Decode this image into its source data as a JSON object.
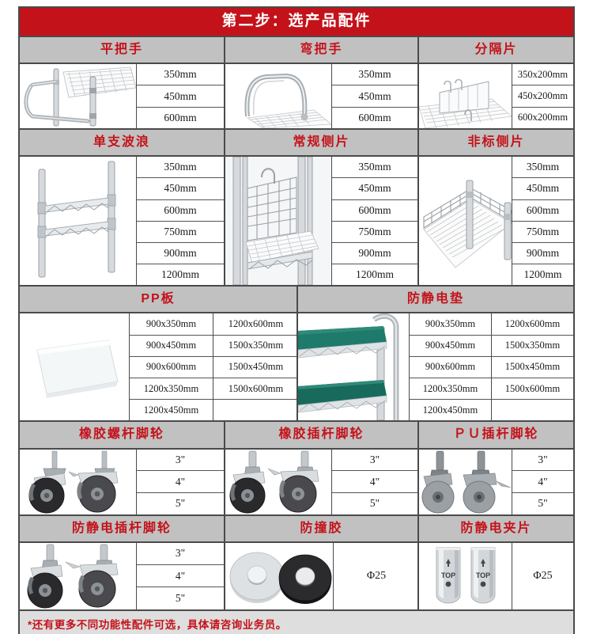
{
  "title": "第二步：选产品配件",
  "note": "*还有更多不同功能性配件可选，具体请咨询业务员。",
  "colors": {
    "title_bg": "#c4121a",
    "header_bg": "#c1c1c1",
    "header_text": "#c4121a",
    "border": "#4a4a4a",
    "note_bg": "#dedede",
    "mat_green": "#1e7a6b"
  },
  "sections": [
    {
      "id": "row-1",
      "groups": [
        {
          "id": "flat-handle",
          "name": "平把手",
          "icon": "flat-handle-illustration",
          "specs": [
            [
              "350mm"
            ],
            [
              "450mm"
            ],
            [
              "600mm"
            ]
          ]
        },
        {
          "id": "curved-handle",
          "name": "弯把手",
          "icon": "curved-handle-illustration",
          "specs": [
            [
              "350mm"
            ],
            [
              "450mm"
            ],
            [
              "600mm"
            ]
          ]
        },
        {
          "id": "divider",
          "name": "分隔片",
          "icon": "divider-illustration",
          "specs": [
            [
              "350x200mm"
            ],
            [
              "450x200mm"
            ],
            [
              "600x200mm"
            ]
          ]
        }
      ]
    },
    {
      "id": "row-2",
      "groups": [
        {
          "id": "single-wave",
          "name": "单支波浪",
          "icon": "single-wave-illustration",
          "specs": [
            [
              "350mm"
            ],
            [
              "450mm"
            ],
            [
              "600mm"
            ],
            [
              "750mm"
            ],
            [
              "900mm"
            ],
            [
              "1200mm"
            ]
          ]
        },
        {
          "id": "standard-side-panel",
          "name": "常规侧片",
          "icon": "standard-side-panel-illustration",
          "specs": [
            [
              "350mm"
            ],
            [
              "450mm"
            ],
            [
              "600mm"
            ],
            [
              "750mm"
            ],
            [
              "900mm"
            ],
            [
              "1200mm"
            ]
          ]
        },
        {
          "id": "nonstandard-side-panel",
          "name": "非标侧片",
          "icon": "nonstandard-side-panel-illustration",
          "specs": [
            [
              "350mm"
            ],
            [
              "450mm"
            ],
            [
              "600mm"
            ],
            [
              "750mm"
            ],
            [
              "900mm"
            ],
            [
              "1200mm"
            ]
          ]
        }
      ]
    },
    {
      "id": "row-3",
      "groups": [
        {
          "id": "pp-board",
          "name": "PP板",
          "icon": "pp-board-illustration",
          "specs": [
            [
              "900x350mm",
              "1200x600mm"
            ],
            [
              "900x450mm",
              "1500x350mm"
            ],
            [
              "900x600mm",
              "1500x450mm"
            ],
            [
              "1200x350mm",
              "1500x600mm"
            ],
            [
              "1200x450mm",
              ""
            ]
          ]
        },
        {
          "id": "antistatic-mat",
          "name": "防静电垫",
          "icon": "antistatic-mat-illustration",
          "specs": [
            [
              "900x350mm",
              "1200x600mm"
            ],
            [
              "900x450mm",
              "1500x350mm"
            ],
            [
              "900x600mm",
              "1500x450mm"
            ],
            [
              "1200x350mm",
              "1500x600mm"
            ],
            [
              "1200x450mm",
              ""
            ]
          ]
        }
      ]
    },
    {
      "id": "row-4",
      "groups": [
        {
          "id": "rubber-threaded-caster",
          "name": "橡胶螺杆脚轮",
          "icon": "rubber-threaded-caster-illustration",
          "specs": [
            [
              "3\""
            ],
            [
              "4\""
            ],
            [
              "5\""
            ]
          ]
        },
        {
          "id": "rubber-stem-caster",
          "name": "橡胶插杆脚轮",
          "icon": "rubber-stem-caster-illustration",
          "specs": [
            [
              "3\""
            ],
            [
              "4\""
            ],
            [
              "5\""
            ]
          ]
        },
        {
          "id": "pu-stem-caster",
          "name": "ＰＵ插杆脚轮",
          "icon": "pu-stem-caster-illustration",
          "specs": [
            [
              "3\""
            ],
            [
              "4\""
            ],
            [
              "5\""
            ]
          ]
        }
      ]
    },
    {
      "id": "row-5",
      "groups": [
        {
          "id": "antistatic-stem-caster",
          "name": "防静电插杆脚轮",
          "icon": "antistatic-stem-caster-illustration",
          "specs": [
            [
              "3\""
            ],
            [
              "4\""
            ],
            [
              "5\""
            ]
          ]
        },
        {
          "id": "bumper-rubber",
          "name": "防撞胶",
          "icon": "bumper-rubber-illustration",
          "specs": [
            [
              "Φ25"
            ]
          ]
        },
        {
          "id": "antistatic-clip",
          "name": "防静电夹片",
          "icon": "antistatic-clip-illustration",
          "specs": [
            [
              "Φ25"
            ]
          ]
        }
      ]
    }
  ]
}
